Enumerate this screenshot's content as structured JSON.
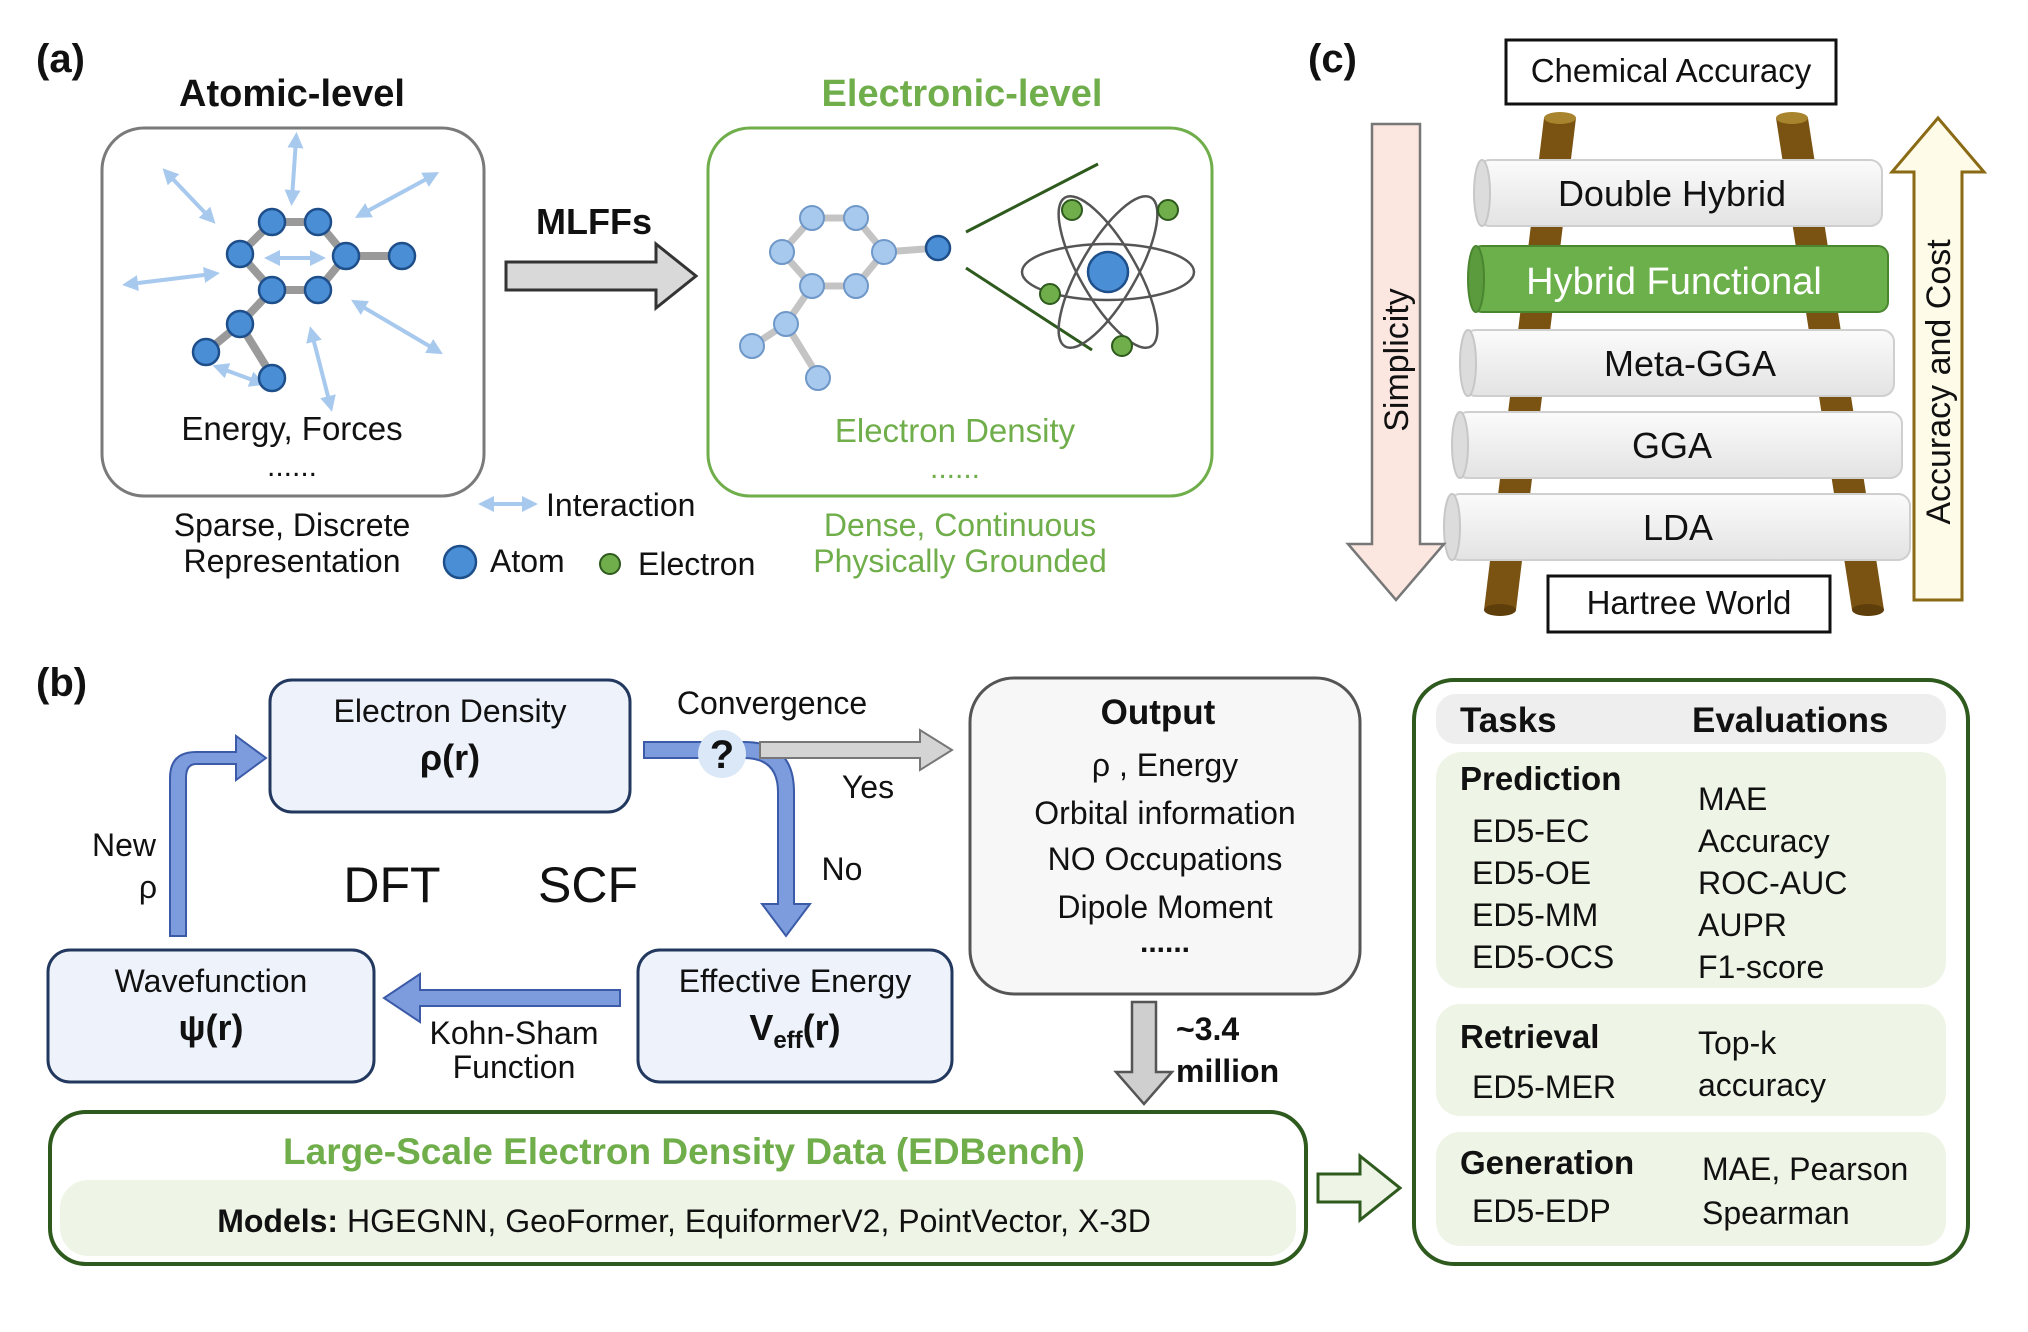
{
  "panel_a": {
    "label": "(a)",
    "atomic_title": "Atomic-level",
    "atomic_caption": "Energy, Forces",
    "atomic_dots": "......",
    "atomic_desc_1": "Sparse, Discrete",
    "atomic_desc_2": "Representation",
    "arrow_label": "MLFFs",
    "electronic_title": "Electronic-level",
    "electronic_caption": "Electron Density",
    "electronic_dots": "......",
    "electronic_desc_1": "Dense, Continuous",
    "electronic_desc_2": "Physically Grounded",
    "legend": {
      "interaction": "Interaction",
      "atom": "Atom",
      "electron": "Electron"
    }
  },
  "panel_b": {
    "label": "(b)",
    "density_box": {
      "title": "Electron Density",
      "formula": "ρ(r)"
    },
    "wavefunction_box": {
      "title": "Wavefunction",
      "formula": "ψ(r)"
    },
    "energy_box": {
      "title": "Effective Energy",
      "formula_main": "V",
      "formula_sub": "eff",
      "formula_tail": "(r)"
    },
    "convergence": "Convergence",
    "question": "?",
    "yes": "Yes",
    "no": "No",
    "new_rho_1": "New",
    "new_rho_2": "ρ",
    "dft": "DFT",
    "scf": "SCF",
    "kohn_sham_1": "Kohn-Sham",
    "kohn_sham_2": "Function",
    "output": {
      "title": "Output",
      "lines": [
        "ρ , Energy",
        "Orbital information",
        "NO Occupations",
        "Dipole Moment",
        "......"
      ]
    },
    "count_1": "~3.4",
    "count_2": "million",
    "edbench": {
      "title": "Large-Scale Electron Density Data (EDBench)",
      "models_label": "Models:",
      "models_list": " HGEGNN, GeoFormer, EquiformerV2, PointVector, X-3D"
    },
    "tasks_table": {
      "header_tasks": "Tasks",
      "header_evals": "Evaluations",
      "groups": [
        {
          "name": "Prediction",
          "tasks": [
            "ED5-EC",
            "ED5-OE",
            "ED5-MM",
            "ED5-OCS"
          ],
          "evals": [
            "MAE",
            "Accuracy",
            "ROC-AUC",
            "AUPR",
            "F1-score"
          ]
        },
        {
          "name": "Retrieval",
          "tasks": [
            "ED5-MER"
          ],
          "evals": [
            "Top-k",
            "accuracy"
          ]
        },
        {
          "name": "Generation",
          "tasks": [
            "ED5-EDP"
          ],
          "evals": [
            "MAE, Pearson",
            "Spearman"
          ]
        }
      ]
    }
  },
  "panel_c": {
    "label": "(c)",
    "top": "Chemical Accuracy",
    "bottom": "Hartree World",
    "rungs": [
      "Double Hybrid",
      "Hybrid Functional",
      "Meta-GGA",
      "GGA",
      "LDA"
    ],
    "left_arrow": "Simplicity",
    "right_arrow": "Accuracy and Cost"
  },
  "colors": {
    "green": "#6fae4a",
    "green_dark": "#2e5a1e",
    "atom_blue": "#4a8fd6",
    "light_blue": "#a8c9ee",
    "flow_blue": "#7c9cdd",
    "box_blue_fill": "#edf2fb",
    "box_blue_stroke": "#22385f",
    "ladder_brown": "#7a5312",
    "rung_gray": "#efefef",
    "highlight_green": "#6bb04a",
    "pink": "#fbe6e0",
    "cream": "#fffbe9"
  }
}
